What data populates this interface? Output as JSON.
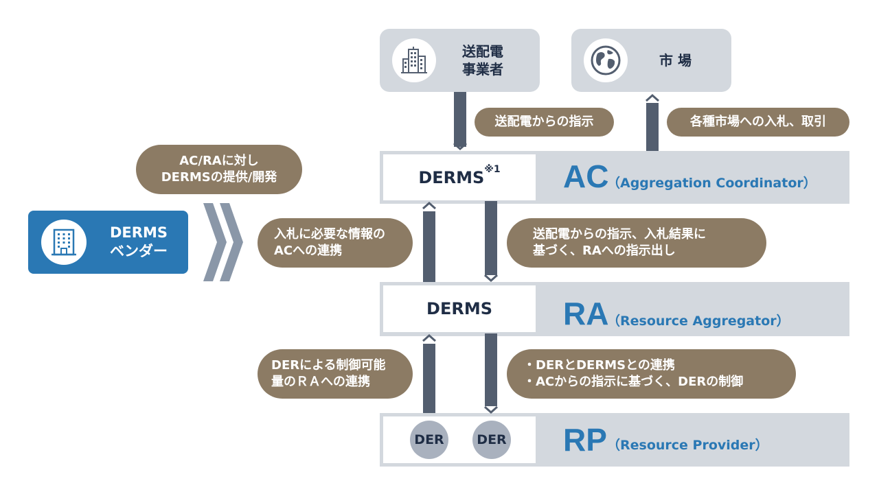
{
  "top": {
    "transmission_l1": "送配電",
    "transmission_l2": "事業者",
    "market": "市 場"
  },
  "pills": {
    "from_transmission": "送配電からの指示",
    "market_bidding": "各種市場への入札、取引",
    "vendor_provide_l1": "AC/RAに対し",
    "vendor_provide_l2": "DERMSの提供/開発",
    "bid_info_l1": "入札に必要な情報の",
    "bid_info_l2": "ACへの連携",
    "ac_instruction_l1": "送配電からの指示、入札結果に",
    "ac_instruction_l2": "基づく、RAへの指示出し",
    "der_capacity_l1": "DERによる制御可能",
    "der_capacity_l2": "量のＲＡへの連携",
    "der_control_l1": "・DERとDERMSとの連携",
    "der_control_l2": "・ACからの指示に基づく、DERの制御"
  },
  "ac": {
    "derms": "DERMS",
    "note": "※1",
    "abbr": "AC",
    "full": "（Aggregation Coordinator）"
  },
  "ra": {
    "derms": "DERMS",
    "abbr": "RA",
    "full": "（Resource Aggregator）"
  },
  "rp": {
    "der1": "DER",
    "der2": "DER",
    "abbr": "RP",
    "full": "（Resource Provider）"
  },
  "vendor": {
    "l1": "DERMS",
    "l2": "ベンダー"
  },
  "colors": {
    "band": "#d3d8de",
    "accent_blue": "#2a78b4",
    "pill_brown": "#8c7b64",
    "connector": "#535e6f",
    "navy_text": "#1f2d45"
  }
}
